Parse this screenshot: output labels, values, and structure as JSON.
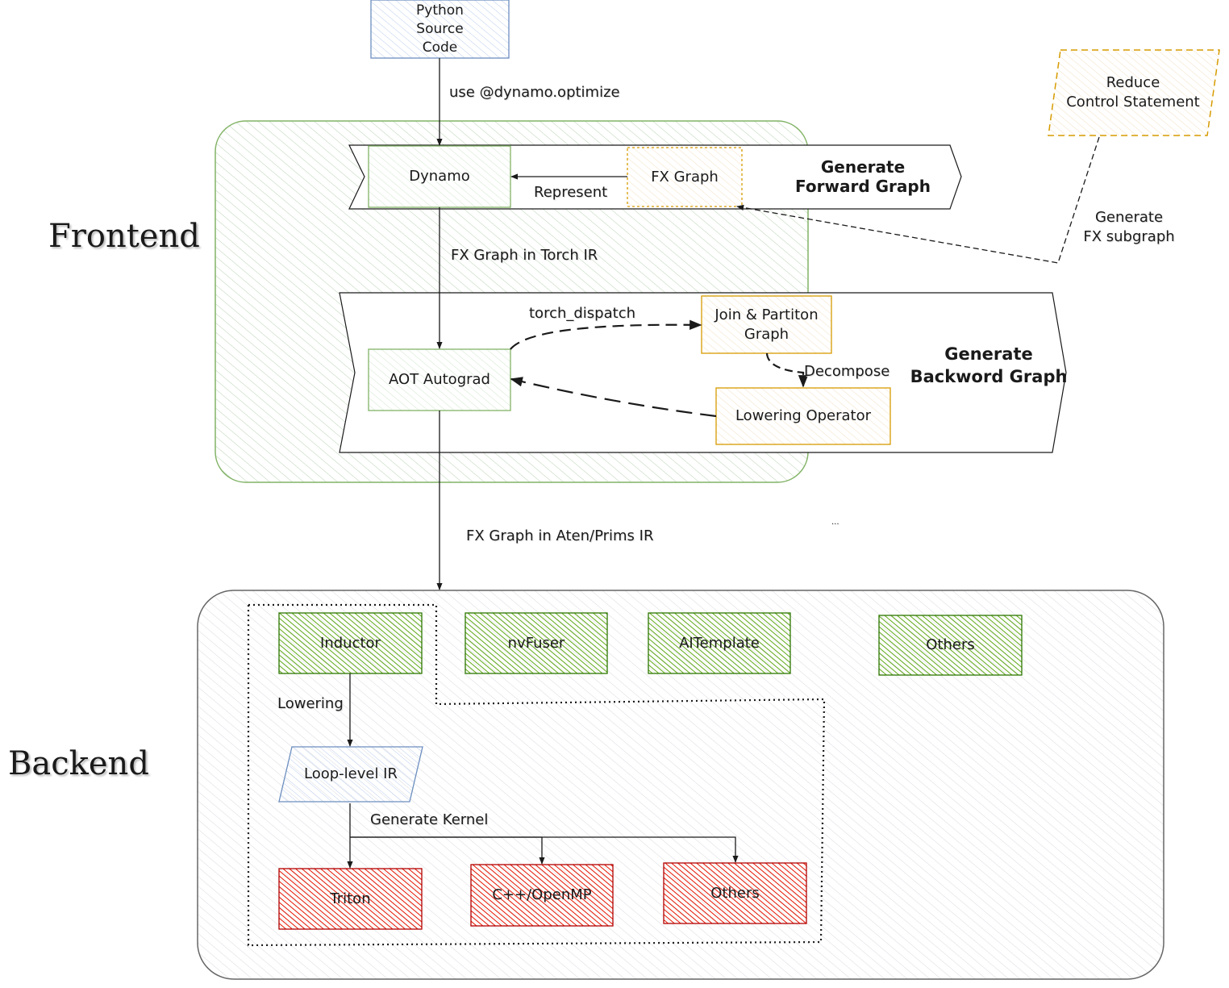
{
  "sections": {
    "frontend": "Frontend",
    "backend": "Backend"
  },
  "nodes": {
    "python_source": "Python\nSource\nCode",
    "dynamo": "Dynamo",
    "fx_graph": "FX Graph",
    "forward_banner": "Generate\nForward Graph",
    "reduce_control": "Reduce\nControl Statement",
    "aot_autograd": "AOT Autograd",
    "join_partition": "Join & Partiton\nGraph",
    "lowering_operator": "Lowering Operator",
    "backward_banner": "Generate\nBackword Graph",
    "inductor": "Inductor",
    "nvfuser": "nvFuser",
    "aitemplate": "AITemplate",
    "others_backend": "Others",
    "loop_level_ir": "Loop-level IR",
    "triton": "Triton",
    "cpp_openmp": "C++/OpenMP",
    "others_kernel": "Others"
  },
  "edges": {
    "use_dynamo": "use @dynamo.optimize",
    "represent": "Represent",
    "generate_fx_subgraph": "Generate\nFX subgraph",
    "fx_torch_ir": "FX Graph in Torch IR",
    "torch_dispatch": "torch_dispatch",
    "decompose": "Decompose",
    "fx_aten_ir": "FX Graph in Aten/Prims IR",
    "lowering": "Lowering",
    "generate_kernel": "Generate Kernel"
  },
  "misc": {
    "ellipsis": "..."
  },
  "colors": {
    "frontend_fill": "#d5e8d4",
    "frontend_stroke": "#82b366",
    "backend_fill": "#f0f0f3",
    "backend_stroke": "#666666",
    "blue_fill": "#dae8fc",
    "blue_stroke": "#6c8ebf",
    "green_fill": "#60a917",
    "green_stroke": "#2d7600",
    "red_fill": "#e51400",
    "red_stroke": "#b20000",
    "orange_fill": "#fff2e0",
    "orange_stroke": "#d79b00"
  }
}
